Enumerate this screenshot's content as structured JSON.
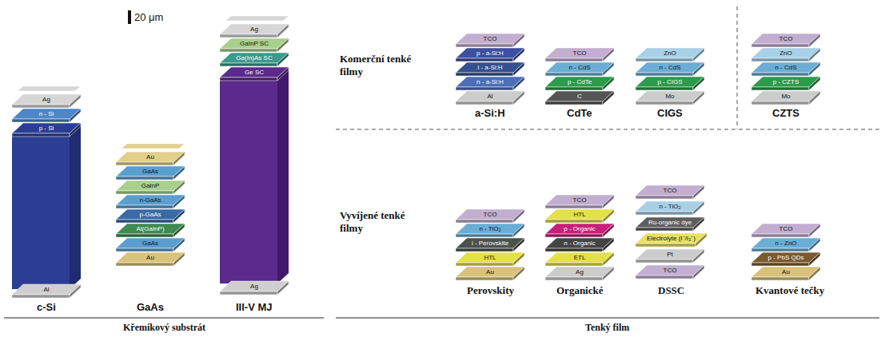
{
  "diagram": {
    "nodes": [
      {
        "text": [
          "Ag"
        ]
      },
      {
        "text": [
          "n - Si"
        ]
      },
      {
        "text": [
          "p - Si"
        ]
      },
      {
        "text": [
          "Al"
        ]
      },
      {
        "text": [
          "Au"
        ]
      },
      {
        "text": [
          "GaAs"
        ]
      },
      {
        "text": [
          "GaInP"
        ]
      },
      {
        "text": [
          "n-GaAs"
        ]
      },
      {
        "text": [
          "p-GaAs"
        ]
      },
      {
        "text": [
          "Al(GaInP)"
        ]
      },
      {
        "text": [
          "GaAs"
        ]
      },
      {
        "text": [
          "Au"
        ]
      },
      {
        "text": [
          "Ag"
        ]
      },
      {
        "text": [
          "GaInP SC"
        ]
      },
      {
        "text": [
          "Ga(In)As SC"
        ]
      },
      {
        "text": [
          "Ge SC"
        ]
      },
      {
        "text": [
          "Ag"
        ]
      },
      {
        "text": [
          "TCO"
        ]
      },
      {
        "text": [
          "p - a-Si:H"
        ]
      },
      {
        "text": [
          "i - a-Si:H"
        ]
      },
      {
        "text": [
          "n - a-Si:H"
        ]
      },
      {
        "text": [
          "Al"
        ]
      },
      {
        "text": [
          "TCO"
        ]
      },
      {
        "text": [
          "n - CdS"
        ]
      },
      {
        "text": [
          "p - CdTe"
        ]
      },
      {
        "text": [
          "C"
        ]
      },
      {
        "text": [
          "ZnO"
        ]
      },
      {
        "text": [
          "n - CdS"
        ]
      },
      {
        "text": [
          "p - CIGS"
        ]
      },
      {
        "text": [
          "Mo"
        ]
      },
      {
        "text": [
          "TCO"
        ]
      },
      {
        "text": [
          "ZnO"
        ]
      },
      {
        "text": [
          "n - CdS"
        ]
      },
      {
        "text": [
          "p - CZTS"
        ]
      },
      {
        "text": [
          "Mo"
        ]
      },
      {
        "text": [
          "TCO"
        ]
      },
      {
        "text": [
          "n - TiO₂"
        ]
      },
      {
        "text": [
          "i - Perovskite"
        ]
      },
      {
        "text": [
          "HTL"
        ]
      },
      {
        "text": [
          "Au"
        ]
      },
      {
        "text": [
          "TCO"
        ]
      },
      {
        "text": [
          "HTL"
        ]
      },
      {
        "text": [
          "p - Organic"
        ]
      },
      {
        "text": [
          "n - Organic"
        ]
      },
      {
        "text": [
          "ETL"
        ]
      },
      {
        "text": [
          "Ag"
        ]
      },
      {
        "text": [
          "TCO"
        ]
      },
      {
        "text": [
          "n - TiO₂"
        ]
      },
      {
        "text": [
          "Ru-organic dye"
        ]
      },
      {
        "text": [
          "Electrolyte (I⁻/I₃⁻)"
        ]
      },
      {
        "text": [
          "Pt"
        ]
      },
      {
        "text": [
          "TCO"
        ]
      },
      {
        "text": [
          "TCO"
        ]
      },
      {
        "text": [
          "n - ZnO"
        ]
      },
      {
        "text": [
          "p - PbS QDs"
        ]
      },
      {
        "text": [
          "Au"
        ]
      }
    ],
    "labels": [
      "20 μm",
      "c-Si",
      "GaAs",
      "III-V MJ",
      "Křemíkový substrát",
      "Komerční tenké filmy",
      "a-Si:H",
      "CdTe",
      "CIGS",
      "CZTS",
      "Vyvíjené tenké filmy",
      "Perovskity",
      "Organické",
      "DSSC",
      "Kvantové tečky",
      "Tenký film"
    ]
  }
}
